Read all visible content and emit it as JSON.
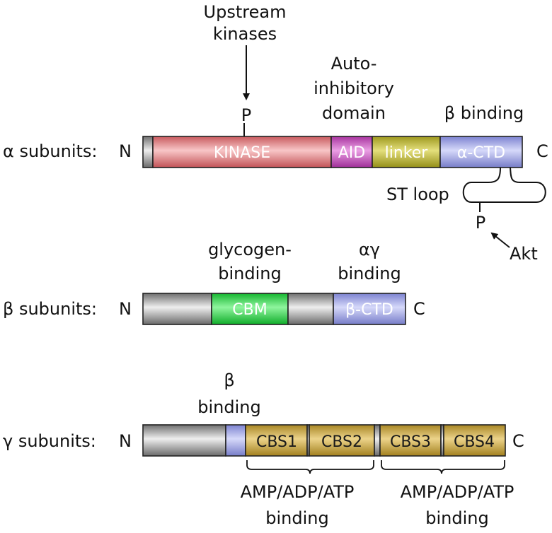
{
  "colors": {
    "gray": "#8f8f8f",
    "kinase": "#e77f82",
    "aid": "#c24fbe",
    "linker": "#bdb733",
    "ctd": "#9aa1e6",
    "cbm": "#2fd34a",
    "cbs": "#c9a53c",
    "beta_binding_small": "#8e8fe0"
  },
  "alpha": {
    "row_label": "α subunits:",
    "n": "N",
    "c": "C",
    "kinase": "KINASE",
    "aid": "AID",
    "linker": "linker",
    "ctd": "α-CTD",
    "upstream_line1": "Upstream",
    "upstream_line2": "kinases",
    "p_top": "P",
    "auto_line1": "Auto-",
    "auto_line2": "inhibitory",
    "auto_line3": "domain",
    "beta_binding": "β binding",
    "st_loop": "ST loop",
    "p_bottom": "P",
    "akt": "Akt"
  },
  "beta": {
    "row_label": "β subunits:",
    "n": "N",
    "c": "C",
    "cbm": "CBM",
    "ctd": "β-CTD",
    "glyco_line1": "glycogen-",
    "glyco_line2": "binding",
    "ag_line1": "αγ",
    "ag_line2": "binding"
  },
  "gamma": {
    "row_label": "γ subunits:",
    "n": "N",
    "c": "C",
    "cbs1": "CBS1",
    "cbs2": "CBS2",
    "cbs3": "CBS3",
    "cbs4": "CBS4",
    "beta_line1": "β",
    "beta_line2": "binding",
    "amp_left_line1": "AMP/ADP/ATP",
    "amp_left_line2": "binding",
    "amp_right_line1": "AMP/ADP/ATP",
    "amp_right_line2": "binding"
  }
}
